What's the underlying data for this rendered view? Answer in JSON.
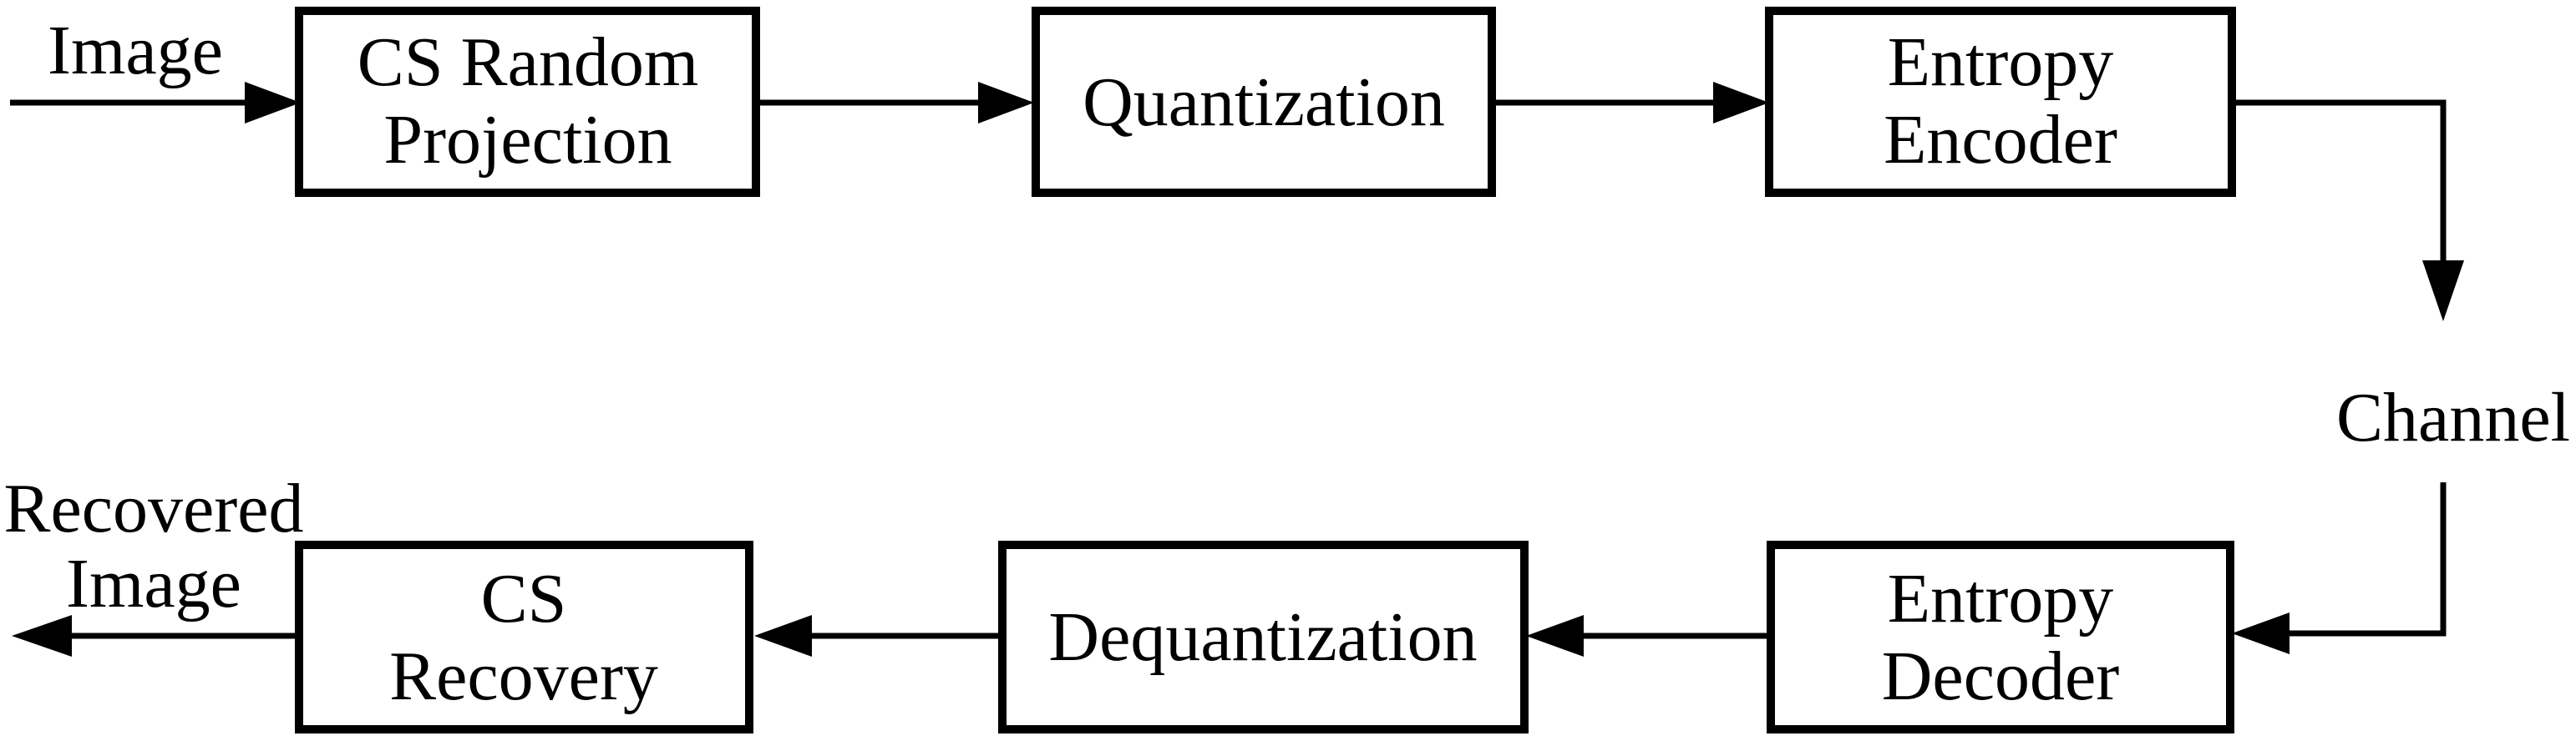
{
  "diagram": {
    "colors": {
      "ink": "#000000",
      "background": "#ffffff"
    },
    "input_label": "Image",
    "channel_label": "Channel",
    "output_label": {
      "line1": "Recovered",
      "line2": "Image"
    },
    "boxes": [
      {
        "id": "cs-random-projection",
        "lines": [
          "CS Random",
          "Projection"
        ]
      },
      {
        "id": "quantization",
        "lines": [
          "Quantization"
        ]
      },
      {
        "id": "entropy-encoder",
        "lines": [
          "Entropy",
          "Encoder"
        ]
      },
      {
        "id": "entropy-decoder",
        "lines": [
          "Entropy",
          "Decoder"
        ]
      },
      {
        "id": "dequantization",
        "lines": [
          "Dequantization"
        ]
      },
      {
        "id": "cs-recovery",
        "lines": [
          "CS",
          "Recovery"
        ]
      }
    ],
    "flow_order": [
      "Image",
      "CS Random Projection",
      "Quantization",
      "Entropy Encoder",
      "Channel",
      "Entropy Decoder",
      "Dequantization",
      "CS Recovery",
      "Recovered Image"
    ]
  }
}
